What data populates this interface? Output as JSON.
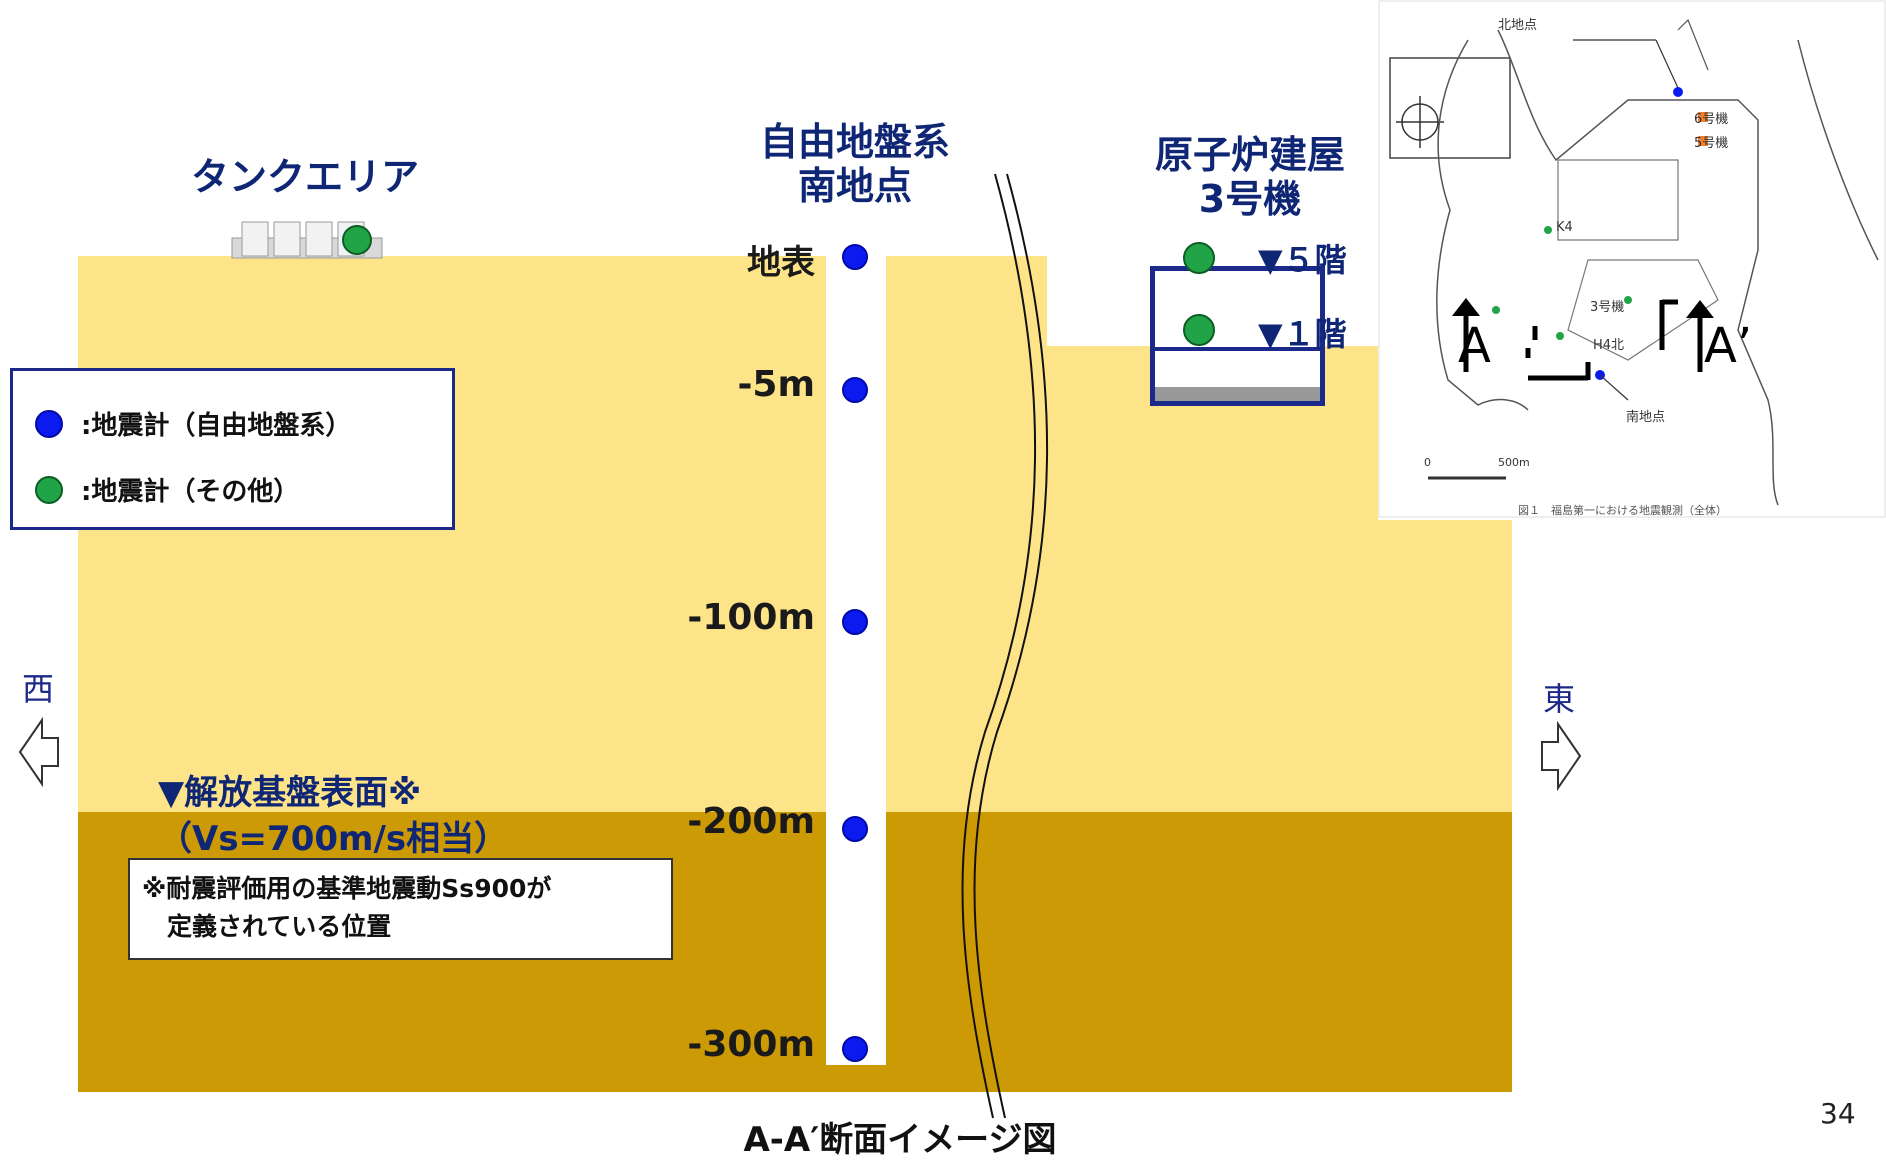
{
  "tank_area": {
    "title": "タンクエリア"
  },
  "free_field": {
    "title_line1": "自由地盤系",
    "title_line2": "南地点"
  },
  "reactor": {
    "title_line1": "原子炉建屋",
    "title_line2": "3号機",
    "floor_top": "▼５階",
    "floor_bottom": "▼１階"
  },
  "depths": {
    "surface": "地表",
    "m5": "-5m",
    "m100": "-100m",
    "m200": "-200m",
    "m300": "-300m"
  },
  "legend": {
    "blue_label": ":地震計（自由地盤系）",
    "green_label": ":地震計（その他）"
  },
  "bedrock": {
    "line1": "▼解放基盤表面※",
    "line2": "（Vs=700m/s相当）"
  },
  "note": {
    "line1": "※耐震評価用の基準地震動Ss900が",
    "line2": "　定義されている位置"
  },
  "directions": {
    "west": "西",
    "east": "東"
  },
  "caption": "A-A′断面イメージ図",
  "page_number": "34",
  "map": {
    "north_point": "北地点",
    "south_point": "南地点",
    "unit6": "6号機",
    "unit5": "5号機",
    "k4": "K4",
    "h4n": "H4北",
    "unit3": "3号機",
    "section_a": "A",
    "section_a_prime": "A’",
    "scale_zero": "0",
    "scale_end": "500m",
    "figure_caption": "図１　福島第一における地震観測（全体）"
  },
  "colors": {
    "upper_layer": "#fde489",
    "lower_layer": "#cc9a05",
    "blue_sensor": "#0b1bf0",
    "green_sensor": "#21a447",
    "navy": "#0f2675"
  }
}
